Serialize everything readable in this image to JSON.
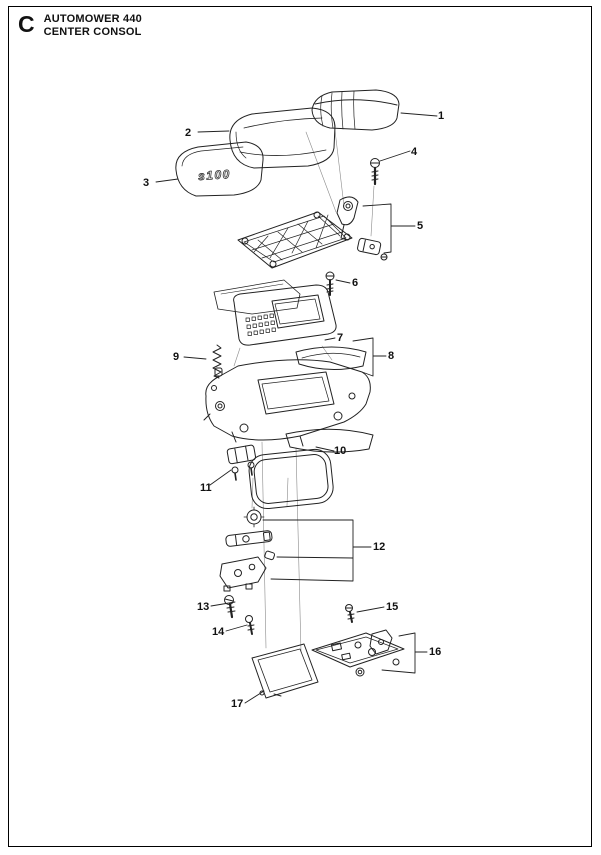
{
  "header": {
    "section_letter": "C",
    "title_line1": "AUTOMOWER 440",
    "title_line2": "CENTER CONSOL"
  },
  "diagram": {
    "part3_logo": "s100",
    "callouts": [
      "1",
      "2",
      "3",
      "4",
      "5",
      "6",
      "7",
      "8",
      "9",
      "10",
      "11",
      "12",
      "13",
      "14",
      "15",
      "16",
      "17"
    ]
  }
}
